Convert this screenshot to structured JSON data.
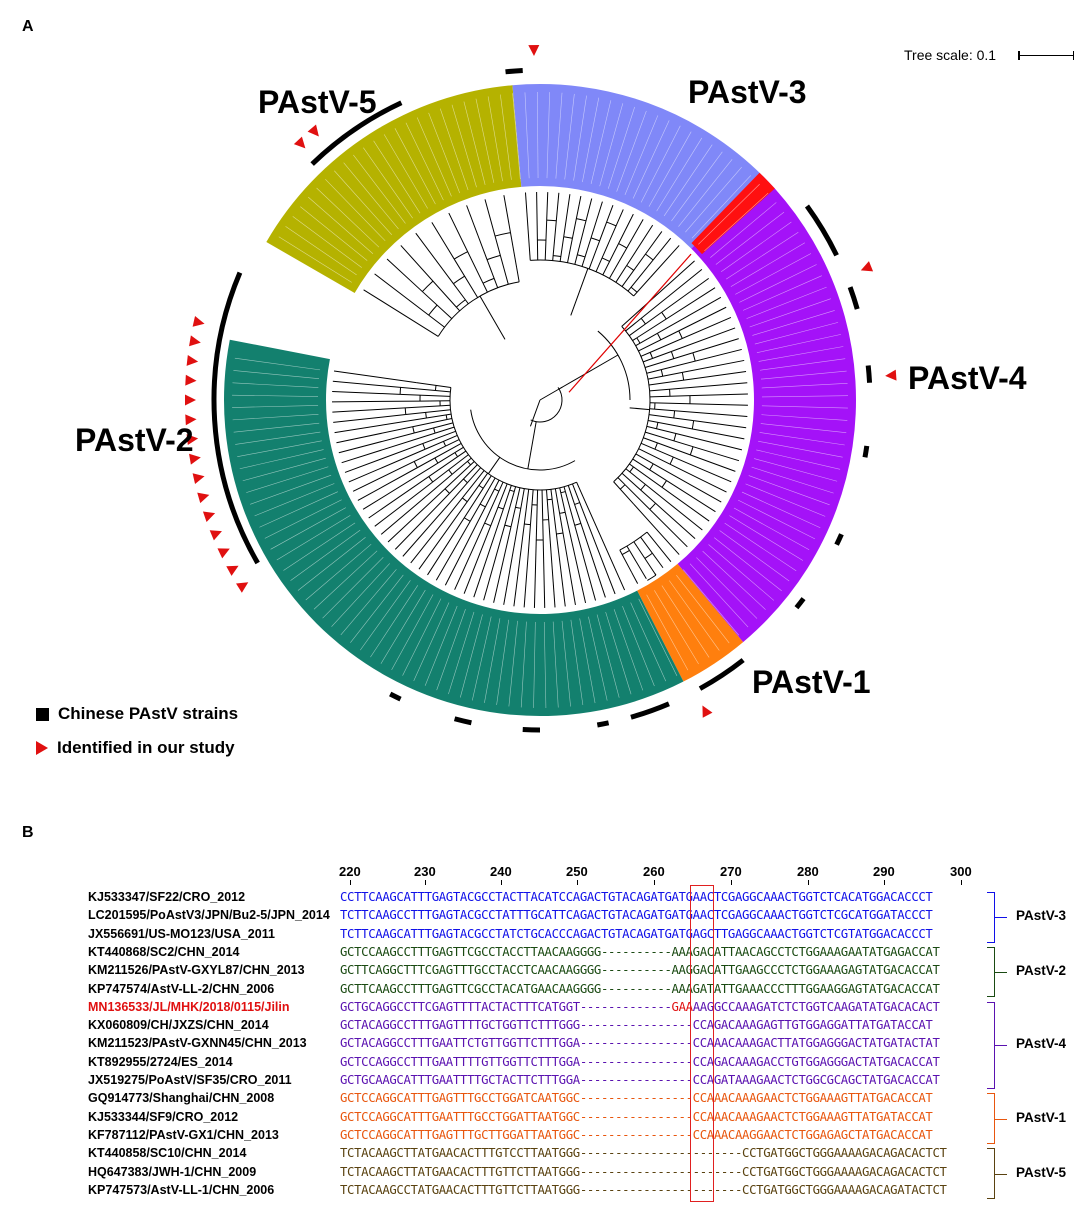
{
  "panel_a": {
    "label": "A",
    "tree_scale": "Tree scale: 0.1",
    "clades": [
      {
        "name": "PAstV-5",
        "color": "#b5b200"
      },
      {
        "name": "PAstV-3",
        "color": "#8088f8"
      },
      {
        "name": "PAstV-4",
        "color": "#a412f8"
      },
      {
        "name": "PAstV-1",
        "color": "#ff7f0e"
      },
      {
        "name": "PAstV-2",
        "color": "#13806e"
      }
    ],
    "highlight_color": "#ff1010",
    "legend": {
      "chinese": "Chinese PAstV strains",
      "identified": "Identified in our study"
    }
  },
  "panel_b": {
    "label": "B",
    "ruler": [
      "220",
      "230",
      "240",
      "250",
      "260",
      "270",
      "280",
      "290",
      "300"
    ],
    "sequences": [
      {
        "name": "KJ533347/SF22/CRO_2012",
        "seq": "CCTTCAAGCATTTGAGTACGCCTACTTACATCCAGACTGTACAGATGATGAACTCGAGGCAAACTGGTCTCACATGGACACCCT",
        "color": "#1010e8"
      },
      {
        "name": "LC201595/PoAstV3/JPN/Bu2-5/JPN_2014",
        "seq": "TCTTCAAGCCTTTGAGTACGCCTATTTGCATTCAGACTGTACAGATGATGAACTCGAGGCAAACTGGTCTCGCATGGATACCCT",
        "color": "#1010e8"
      },
      {
        "name": "JX556691/US-MO123/USA_2011",
        "seq": "TCTTCAAGCATTTGAGTACGCCTATCTGCACCCAGACTGTACAGATGATGAGCTTGAGGCAAACTGGTCTCGTATGGACACCCT",
        "color": "#1010e8"
      },
      {
        "name": "KT440868/SC2/CHN_2014",
        "seq": "GCTCCAAGCCTTTGAGTTCGCCTACCTTAACAAGGGG----------AAAGACATTAACAGCCTCTGGAAAGAATATGAGACCAT",
        "color": "#1a4a12"
      },
      {
        "name": "KM211526/PAstV-GXYL87/CHN_2013",
        "seq": "GCTTCAGGCTTTCGAGTTTGCCTACCTCAACAAGGGG----------AAGGACATTGAAGCCCTCTGGAAAGAGTATGACACCAT",
        "color": "#1a4a12"
      },
      {
        "name": "KP747574/AstV-LL-2/CHN_2006",
        "seq": "GCTTCAAGCCTTTGAGTTCGCCTACATGAACAAGGGG----------AAAGATATTGAAACCCTTTGGAAGGAGTATGACACCAT",
        "color": "#1a4a12"
      },
      {
        "name": "MN136533/JL/MHK/2018/0115/Jilin",
        "seq": "GCTGCAGGCCTTCGAGTTTTACTACTTTCATGGT-------------GAAAAGGCCAAAGATCTCTGGTCAAGATATGACACACT",
        "color": "#5a12b0",
        "highlight": true
      },
      {
        "name": "KX060809/CH/JXZS/CHN_2014",
        "seq": "GCTACAGGCCTTTGAGTTTTGCTGGTTCTTTGGG----------------CCAGACAAAGAGTTGTGGAGGATTATGATACCAT",
        "color": "#5a12b0"
      },
      {
        "name": "KM211523/PAstV-GXNN45/CHN_2013",
        "seq": "GCTACAGGCCTTTGAATTCTGTTGGTTCTTTGGA----------------CCAAACAAAGACTTATGGAGGGACTATGATACTAT",
        "color": "#5a12b0"
      },
      {
        "name": "KT892955/2724/ES_2014",
        "seq": "GCTCCAGGCCTTTGAATTTTGTTGGTTCTTTGGA----------------CCAGACAAAGACCTGTGGAGGGACTATGACACCAT",
        "color": "#5a12b0"
      },
      {
        "name": "JX519275/PoAstV/SF35/CRO_2011",
        "seq": "GCTGCAAGCATTTGAATTTTGCTACTTCTTTGGA----------------CCAGATAAAGAACTCTGGCGCAGCTATGACACCAT",
        "color": "#5a12b0"
      },
      {
        "name": "GQ914773/Shanghai/CHN_2008",
        "seq": "GCTCCAGGCATTTGAGTTTGCCTGGATCAATGGC----------------CCAAACAAAGAACTCTGGAAAGTTATGACACCAT",
        "color": "#e8560e"
      },
      {
        "name": "KJ533344/SF9/CRO_2012",
        "seq": "GCTCCAGGCATTTGAATTTGCCTGGATTAATGGC----------------CCAAACAAAGAACTCTGGAAAGTTATGATACCAT",
        "color": "#e8560e"
      },
      {
        "name": "KF787112/PAstV-GX1/CHN_2013",
        "seq": "GCTCCAGGCATTTGAGTTTGCTTGGATTAATGGC----------------CCAAACAAGGAACTCTGGAGAGCTATGACACCAT",
        "color": "#e8560e"
      },
      {
        "name": "KT440858/SC10/CHN_2014",
        "seq": "TCTACAAGCTTATGAACACTTTGTCCTTAATGGG-----------------------CCTGATGGCTGGGAAAAGACAGACACTCT",
        "color": "#5a4210"
      },
      {
        "name": "HQ647383/JWH-1/CHN_2009",
        "seq": "TCTACAAGCTTATGAACACTTTGTTCTTAATGGG-----------------------CCTGATGGCTGGGAAAAGACAGACACTCT",
        "color": "#5a4210"
      },
      {
        "name": "KP747573/AstV-LL-1/CHN_2006",
        "seq": "TCTACAAGCCTATGAACACTTTGTTCTTAATGGG-----------------------CCTGATGGCTGGGAAAAGACAGATACTCT",
        "color": "#5a4210"
      }
    ],
    "groups": [
      {
        "label": "PAstV-3",
        "color": "#1010e8"
      },
      {
        "label": "PAstV-2",
        "color": "#1a4a12"
      },
      {
        "label": "PAstV-4",
        "color": "#5a12b0"
      },
      {
        "label": "PAstV-1",
        "color": "#e8560e"
      },
      {
        "label": "PAstV-5",
        "color": "#5a4210"
      }
    ]
  }
}
